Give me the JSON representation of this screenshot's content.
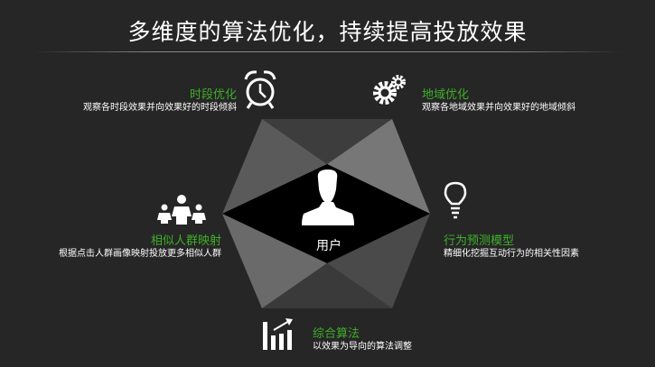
{
  "title": "多维度的算法优化，持续提高投放效果",
  "center": {
    "label": "用户"
  },
  "colors": {
    "accent": "#3fae29",
    "background": "#262626"
  },
  "nodes": {
    "time": {
      "title": "时段优化",
      "desc": "观察各时段效果并向效果好的时段倾斜",
      "icon": "alarm-clock-icon"
    },
    "region": {
      "title": "地域优化",
      "desc": "观察各地域效果并向效果好的地域倾斜",
      "icon": "gears-icon"
    },
    "crowd": {
      "title": "相似人群映射",
      "desc": "根据点击人群画像映射投放更多相似人群",
      "icon": "people-icon"
    },
    "behavior": {
      "title": "行为预测模型",
      "desc": "精细化挖掘互动行为的相关性因素",
      "icon": "lightbulb-icon"
    },
    "algo": {
      "title": "综合算法",
      "desc": "以效果为导向的算法调整",
      "icon": "bar-chart-icon"
    }
  }
}
